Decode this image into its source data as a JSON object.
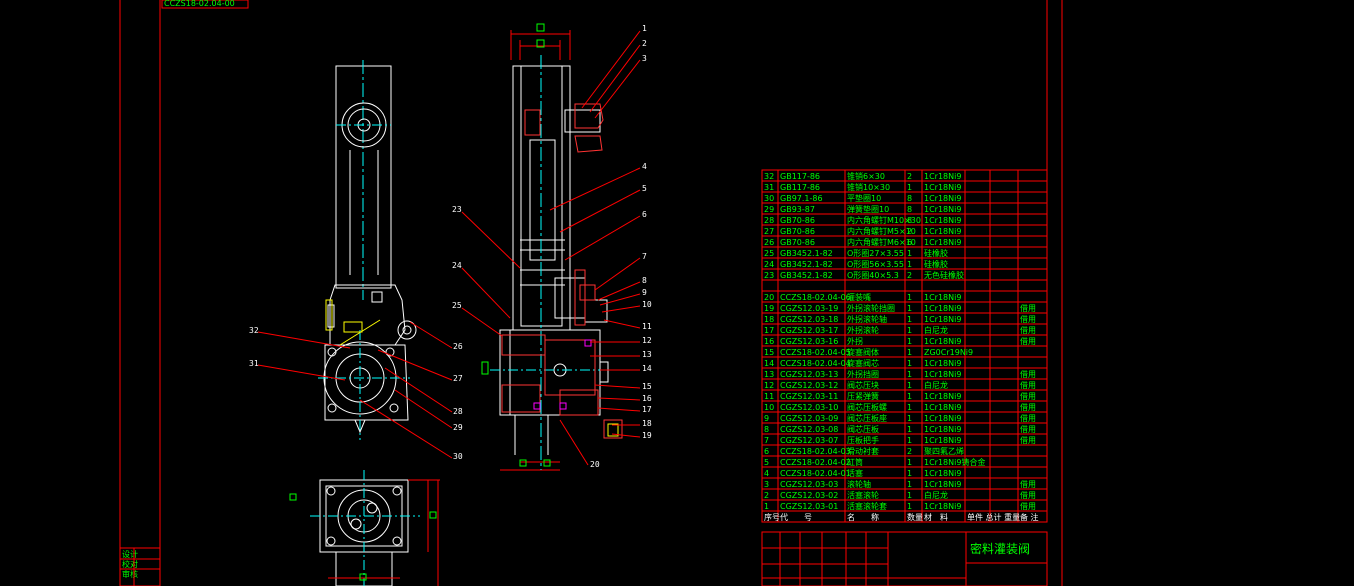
{
  "drawing": {
    "code_stamp": "CCZS18-02.04-00",
    "title": "密料灌装阀",
    "colors": {
      "background": "#000000",
      "frame": "#ff0000",
      "outline": "#ffffff",
      "centerline": "#00ffff",
      "text": "#00ff00",
      "section": "#ff3333",
      "leader": "#ff0000"
    },
    "left_strip": [
      "设计",
      "校对",
      "审核"
    ]
  },
  "leaders_right": [
    "1",
    "2",
    "3",
    "4",
    "5",
    "6",
    "7",
    "8",
    "9",
    "10",
    "11",
    "12",
    "13",
    "14",
    "15",
    "16",
    "17",
    "18",
    "19",
    "20"
  ],
  "leaders_left": [
    "23",
    "24",
    "25"
  ],
  "leaders_view2_left": [
    "32",
    "31"
  ],
  "leaders_view2_right": [
    "26",
    "27",
    "28",
    "29",
    "30"
  ],
  "bom": {
    "rows": [
      {
        "no": "32",
        "code": "GB117-86",
        "name": "锥销6×30",
        "qty": "2",
        "material": "1Cr18Ni9",
        "note": ""
      },
      {
        "no": "31",
        "code": "GB117-86",
        "name": "锥销10×30",
        "qty": "1",
        "material": "1Cr18Ni9",
        "note": ""
      },
      {
        "no": "30",
        "code": "GB97.1-86",
        "name": "平垫圈10",
        "qty": "8",
        "material": "1Cr18Ni9",
        "note": ""
      },
      {
        "no": "29",
        "code": "GB93-87",
        "name": "弹簧垫圈10",
        "qty": "8",
        "material": "1Cr18Ni9",
        "note": ""
      },
      {
        "no": "28",
        "code": "GB70-86",
        "name": "内六角螺钉M10×30",
        "qty": "8",
        "material": "1Cr18Ni9",
        "note": ""
      },
      {
        "no": "27",
        "code": "GB70-86",
        "name": "内六角螺钉M5×10",
        "qty": "2",
        "material": "1Cr18Ni9",
        "note": ""
      },
      {
        "no": "26",
        "code": "GB70-86",
        "name": "内六角螺钉M6×10",
        "qty": "6",
        "material": "1Cr18Ni9",
        "note": ""
      },
      {
        "no": "25",
        "code": "GB3452.1-82",
        "name": "O形圈27×3.55",
        "qty": "1",
        "material": "硅橡胶",
        "note": ""
      },
      {
        "no": "24",
        "code": "GB3452.1-82",
        "name": "O形圈56×3.55",
        "qty": "1",
        "material": "硅橡胶",
        "note": ""
      },
      {
        "no": "23",
        "code": "GB3452.1-82",
        "name": "O形圈40×5.3",
        "qty": "2",
        "material": "无色硅橡胶",
        "note": ""
      },
      {
        "no": "",
        "code": "",
        "name": "",
        "qty": "",
        "material": "",
        "note": ""
      },
      {
        "no": "20",
        "code": "CCZS18-02.04-06",
        "name": "灌装嘴",
        "qty": "1",
        "material": "1Cr18Ni9",
        "note": ""
      },
      {
        "no": "19",
        "code": "CGZS12.03-19",
        "name": "外拐滚轮挡圈",
        "qty": "1",
        "material": "1Cr18Ni9",
        "note": "借用"
      },
      {
        "no": "18",
        "code": "CGZS12.03-18",
        "name": "外拐滚轮轴",
        "qty": "1",
        "material": "1Cr18Ni9",
        "note": "借用"
      },
      {
        "no": "17",
        "code": "CGZS12.03-17",
        "name": "外拐滚轮",
        "qty": "1",
        "material": "白尼龙",
        "note": "借用"
      },
      {
        "no": "16",
        "code": "CGZS12.03-16",
        "name": "外拐",
        "qty": "1",
        "material": "1Cr18Ni9",
        "note": "借用"
      },
      {
        "no": "15",
        "code": "CCZS18-02.04-05",
        "name": "旋塞阀体",
        "qty": "1",
        "material": "ZG0Cr19Ni9",
        "note": ""
      },
      {
        "no": "14",
        "code": "CCZS18-02.04-04",
        "name": "旋塞阀芯",
        "qty": "1",
        "material": "1Cr18Ni9",
        "note": ""
      },
      {
        "no": "13",
        "code": "CGZS12.03-13",
        "name": "外拐挡圈",
        "qty": "1",
        "material": "1Cr18Ni9",
        "note": "借用"
      },
      {
        "no": "12",
        "code": "CGZS12.03-12",
        "name": "阀芯压块",
        "qty": "1",
        "material": "白尼龙",
        "note": "借用"
      },
      {
        "no": "11",
        "code": "CGZS12.03-11",
        "name": "压紧弹簧",
        "qty": "1",
        "material": "1Cr18Ni9",
        "note": "借用"
      },
      {
        "no": "10",
        "code": "CGZS12.03-10",
        "name": "阀芯压板螺",
        "qty": "1",
        "material": "1Cr18Ni9",
        "note": "借用"
      },
      {
        "no": "9",
        "code": "CGZS12.03-09",
        "name": "阀芯压板座",
        "qty": "1",
        "material": "1Cr18Ni9",
        "note": "借用"
      },
      {
        "no": "8",
        "code": "CGZS12.03-08",
        "name": "阀芯压板",
        "qty": "1",
        "material": "1Cr18Ni9",
        "note": "借用"
      },
      {
        "no": "7",
        "code": "CGZS12.03-07",
        "name": "压板把手",
        "qty": "1",
        "material": "1Cr18Ni9",
        "note": "借用"
      },
      {
        "no": "6",
        "code": "CCZS18-02.04-03",
        "name": "滑动衬套",
        "qty": "2",
        "material": "聚四氟乙烯",
        "note": ""
      },
      {
        "no": "5",
        "code": "CCZS18-02.04-02",
        "name": "缸筒",
        "qty": "1",
        "material": "1Cr18Ni9铸合金",
        "note": ""
      },
      {
        "no": "4",
        "code": "CCZS18-02.04-01",
        "name": "活塞",
        "qty": "1",
        "material": "1Cr18Ni9",
        "note": ""
      },
      {
        "no": "3",
        "code": "CGZS12.03-03",
        "name": "滚轮轴",
        "qty": "1",
        "material": "1Cr18Ni9",
        "note": "借用"
      },
      {
        "no": "2",
        "code": "CGZS12.03-02",
        "name": "活塞滚轮",
        "qty": "1",
        "material": "白尼龙",
        "note": "借用"
      },
      {
        "no": "1",
        "code": "CGZS12.03-01",
        "name": "活塞滚轮套",
        "qty": "1",
        "material": "1Cr18Ni9",
        "note": "借用"
      }
    ],
    "header": {
      "no": "序号",
      "code": "代　　号",
      "name": "名　　称",
      "qty": "数量",
      "material": "材　料",
      "weight": "单件 总计 重量",
      "note": "备 注"
    }
  }
}
